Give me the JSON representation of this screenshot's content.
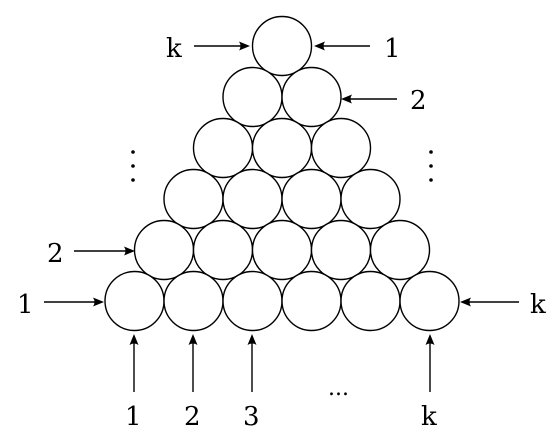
{
  "diagram": {
    "rows": 6,
    "labels": {
      "top_left": "k",
      "top_right": "1",
      "row2_right": "2",
      "row5_left": "2",
      "row6_left": "1",
      "row6_right": "k",
      "bottom_1": "1",
      "bottom_2": "2",
      "bottom_3": "3",
      "bottom_ellipsis": "...",
      "bottom_k": "k"
    }
  }
}
